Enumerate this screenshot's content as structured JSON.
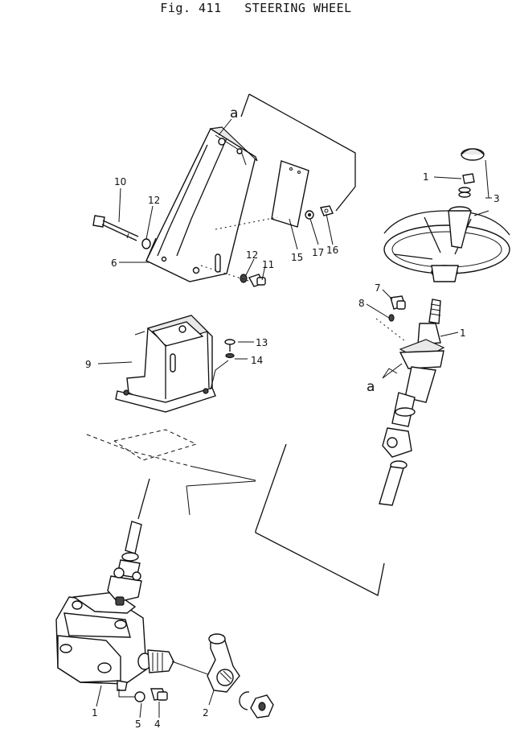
{
  "figure": {
    "title": "Fig. 411   STEERING WHEEL"
  },
  "callouts": [
    {
      "id": "c-1-top",
      "text": "1"
    },
    {
      "id": "c-3",
      "text": "3"
    },
    {
      "id": "c-10",
      "text": "10"
    },
    {
      "id": "c-12-a",
      "text": "12"
    },
    {
      "id": "c-6",
      "text": "6"
    },
    {
      "id": "c-12-b",
      "text": "12"
    },
    {
      "id": "c-11",
      "text": "11"
    },
    {
      "id": "c-15",
      "text": "15"
    },
    {
      "id": "c-17",
      "text": "17"
    },
    {
      "id": "c-16",
      "text": "16"
    },
    {
      "id": "c-7",
      "text": "7"
    },
    {
      "id": "c-8",
      "text": "8"
    },
    {
      "id": "c-1-col",
      "text": "1"
    },
    {
      "id": "c-13",
      "text": "13"
    },
    {
      "id": "c-14",
      "text": "14"
    },
    {
      "id": "c-9",
      "text": "9"
    },
    {
      "id": "c-1-box",
      "text": "1"
    },
    {
      "id": "c-5",
      "text": "5"
    },
    {
      "id": "c-4",
      "text": "4"
    },
    {
      "id": "c-2",
      "text": "2"
    }
  ],
  "refs": [
    {
      "id": "ref-a-top",
      "text": "a"
    },
    {
      "id": "ref-a-col",
      "text": "a"
    }
  ]
}
